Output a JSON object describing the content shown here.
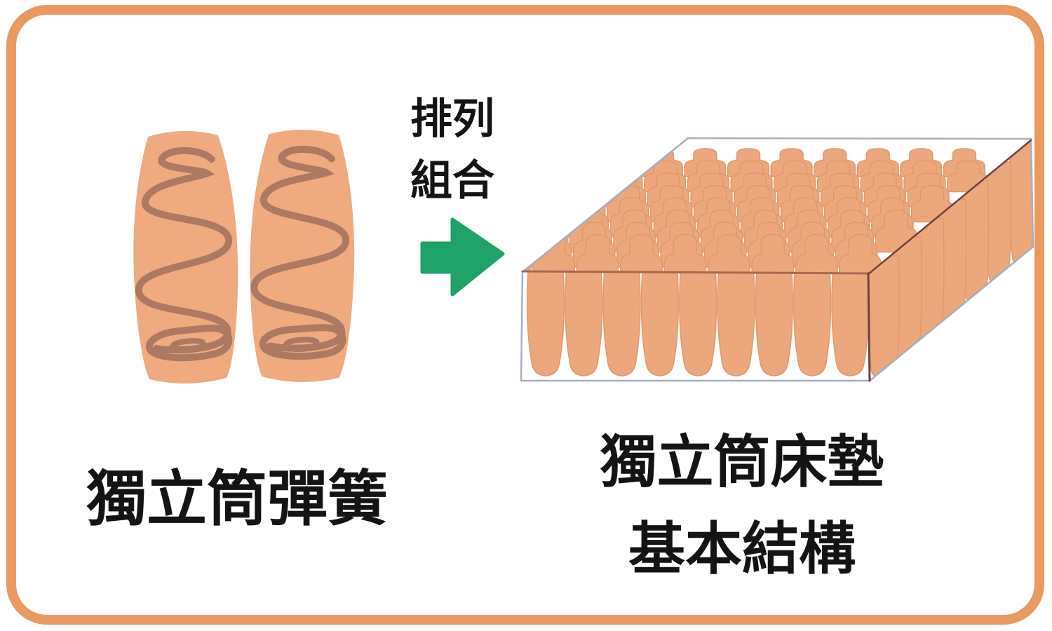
{
  "figure": {
    "process_label_line1": "排列",
    "process_label_line2": "組合",
    "left_caption": "獨立筒彈簧",
    "right_caption_line1": "獨立筒床墊",
    "right_caption_line2": "基本結構"
  },
  "icons": {
    "arrow": "green-right-block-arrow",
    "left_illustration": "two-pocket-spring-coils",
    "right_illustration": "pocket-spring-mattress-box"
  },
  "colors": {
    "background": "#FFFFFF",
    "frame_border": "#EA9A61",
    "spring_body": "#EFAA80",
    "spring_coil": "#AD7963",
    "mattress_spring": "#ECA87C",
    "mattress_spring_outline": "#DE996C",
    "wireframe": "#A5AEC2",
    "wireframe_dark": "#6E433C",
    "edge_brown": "#A66A50",
    "arrow_green": "#1EA26A",
    "text": "#141414"
  }
}
